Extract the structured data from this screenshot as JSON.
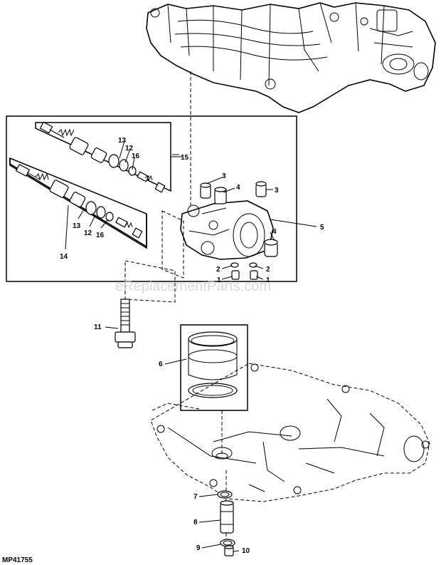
{
  "diagram": {
    "code": "MP41755",
    "watermark": "eReplacementParts.com",
    "callouts": [
      {
        "id": "c1a",
        "text": "1"
      },
      {
        "id": "c1b",
        "text": "1"
      },
      {
        "id": "c2a",
        "text": "2"
      },
      {
        "id": "c2b",
        "text": "2"
      },
      {
        "id": "c3a",
        "text": "3"
      },
      {
        "id": "c3b",
        "text": "3"
      },
      {
        "id": "c4a",
        "text": "4"
      },
      {
        "id": "c4b",
        "text": "4"
      },
      {
        "id": "c5",
        "text": "5"
      },
      {
        "id": "c6",
        "text": "6"
      },
      {
        "id": "c7",
        "text": "7"
      },
      {
        "id": "c8",
        "text": "8"
      },
      {
        "id": "c9",
        "text": "9"
      },
      {
        "id": "c10",
        "text": "10"
      },
      {
        "id": "c11",
        "text": "11"
      },
      {
        "id": "c12a",
        "text": "12"
      },
      {
        "id": "c12b",
        "text": "12"
      },
      {
        "id": "c13a",
        "text": "13"
      },
      {
        "id": "c13b",
        "text": "13"
      },
      {
        "id": "c14",
        "text": "14"
      },
      {
        "id": "c15",
        "text": "15"
      },
      {
        "id": "c16a",
        "text": "16"
      },
      {
        "id": "c16b",
        "text": "16"
      }
    ]
  }
}
